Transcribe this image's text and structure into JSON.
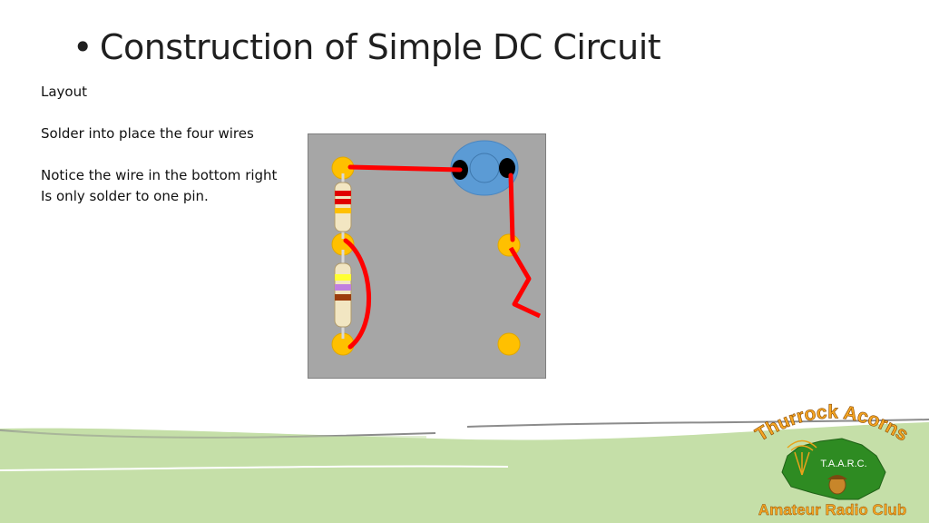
{
  "slide": {
    "bullet": "•",
    "title": "Construction of Simple DC Circuit",
    "lines": [
      "Layout",
      "Solder into place the four wires",
      "Notice the wire in the bottom right",
      "Is only solder to one pin."
    ]
  },
  "logo": {
    "arc_text": "Thurrock Acorns",
    "inner_text": "T.A.A.R.C.",
    "bottom_text": "Amateur Radio Club"
  },
  "colors": {
    "board": "#a6a6a6",
    "pad": "#ffc000",
    "wire": "#ff0000",
    "component_body": "#5b9bd5",
    "band_green": "#c5dfa8",
    "logo_green": "#2e8b22",
    "logo_text": "#f5a623"
  }
}
